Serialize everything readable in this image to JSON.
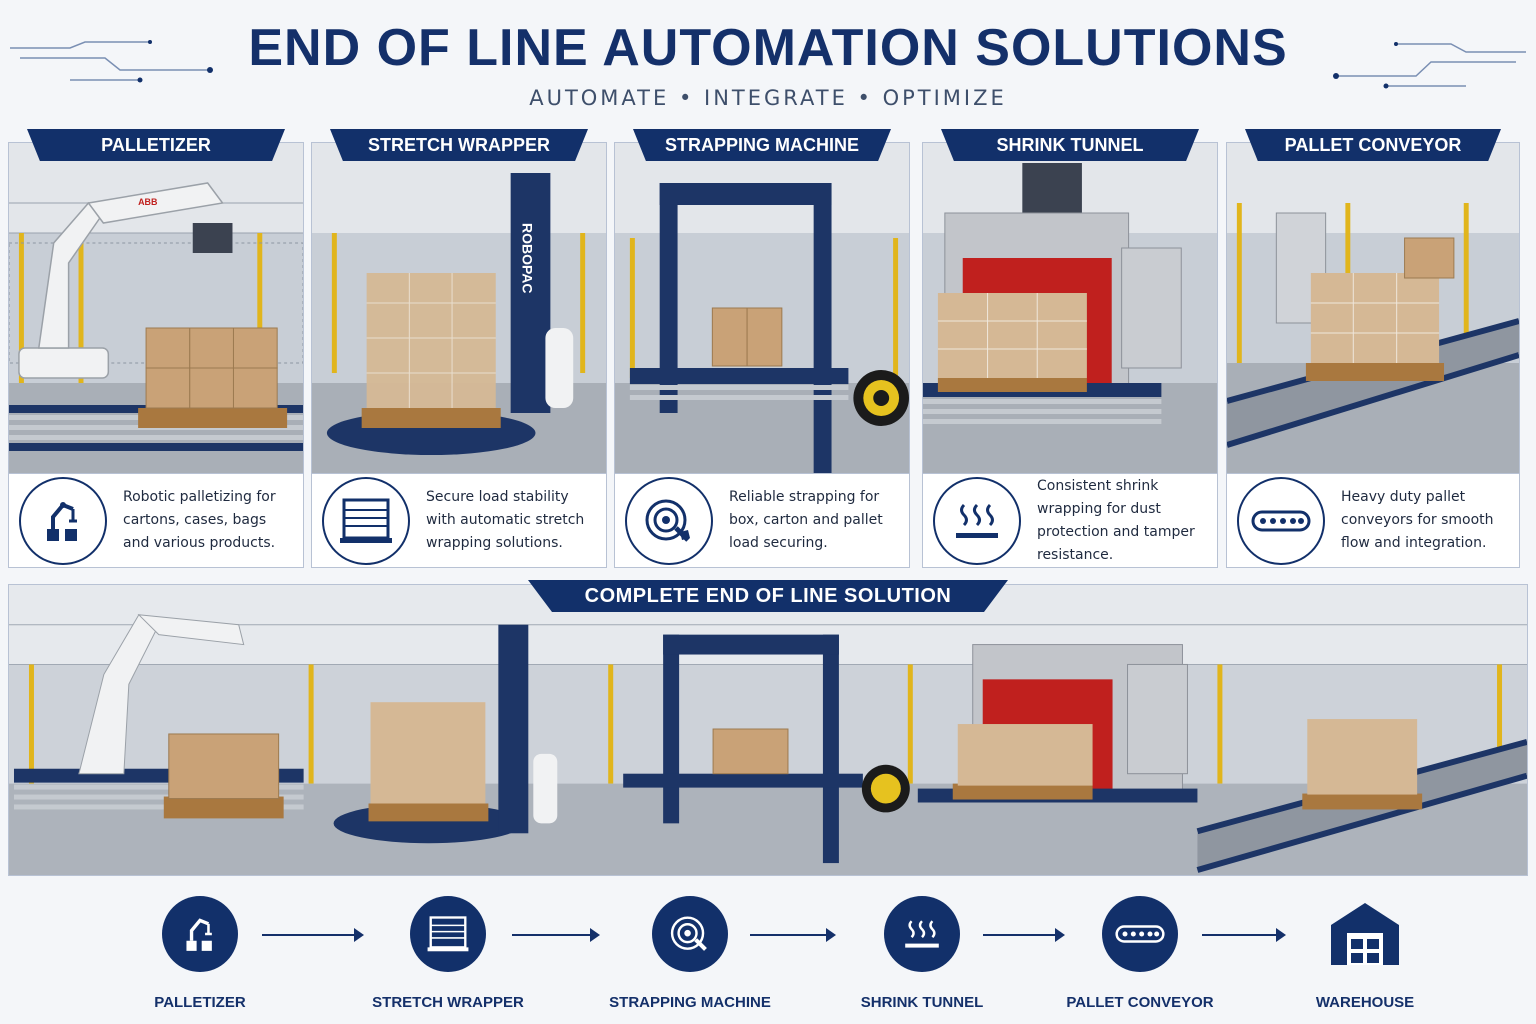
{
  "header": {
    "title": "END OF LINE AUTOMATION SOLUTIONS",
    "subtitle": "AUTOMATE  •  INTEGRATE  •  OPTIMIZE"
  },
  "panels": [
    {
      "title": "PALLETIZER",
      "icon": "robot-arm-icon",
      "description": "Robotic palletizing for cartons, cases, bags and various products."
    },
    {
      "title": "STRETCH WRAPPER",
      "icon": "stretch-wrap-icon",
      "description": "Secure load stability with automatic stretch wrapping solutions."
    },
    {
      "title": "STRAPPING MACHINE",
      "icon": "strap-coil-icon",
      "description": "Reliable strapping for box, carton and pallet load securing."
    },
    {
      "title": "SHRINK TUNNEL",
      "icon": "heat-waves-icon",
      "description": "Consistent shrink wrapping for dust protection and tamper resistance."
    },
    {
      "title": "PALLET CONVEYOR",
      "icon": "conveyor-icon",
      "description": "Heavy duty pallet conveyors for smooth flow and integration."
    }
  ],
  "machine_branding": {
    "robot": "ABB",
    "wrapper": "ROBOPAC"
  },
  "scene": {
    "title": "COMPLETE END OF LINE SOLUTION"
  },
  "flow": [
    {
      "label": "PALLETIZER",
      "icon": "robot-arm-icon"
    },
    {
      "label": "STRETCH WRAPPER",
      "icon": "stretch-wrap-icon"
    },
    {
      "label": "STRAPPING MACHINE",
      "icon": "strap-coil-icon"
    },
    {
      "label": "SHRINK TUNNEL",
      "icon": "heat-waves-icon"
    },
    {
      "label": "PALLET CONVEYOR",
      "icon": "conveyor-icon"
    },
    {
      "label": "WAREHOUSE",
      "icon": "warehouse-icon"
    }
  ],
  "colors": {
    "navy": "#12306a",
    "frame_blue": "#1d3566",
    "safety_yellow": "#e1b51c",
    "carton": "#c9a277",
    "tunnel_red": "#c0201e"
  }
}
